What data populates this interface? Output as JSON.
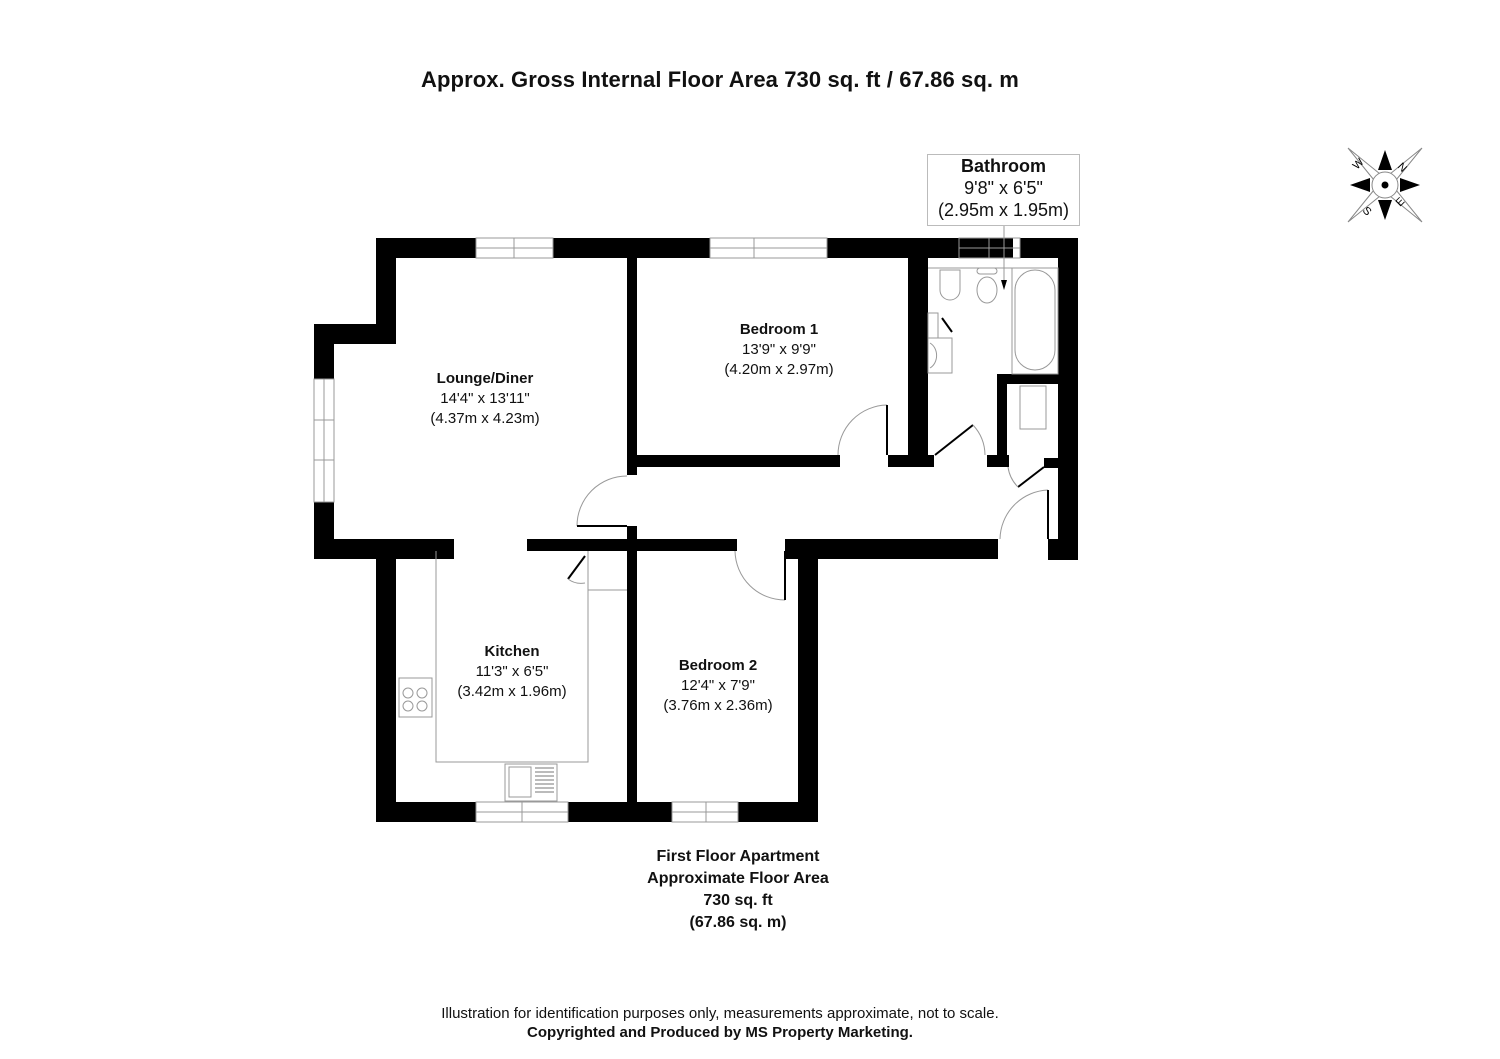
{
  "header": {
    "title": "Approx. Gross Internal Floor Area 730 sq. ft / 67.86 sq. m"
  },
  "compass": {
    "labels": [
      "N",
      "E",
      "S",
      "W"
    ]
  },
  "rooms": [
    {
      "name": "Lounge/Diner",
      "imperial": "14'4\" x 13'11\"",
      "metric": "(4.37m x 4.23m)"
    },
    {
      "name": "Bedroom 1",
      "imperial": "13'9\" x 9'9\"",
      "metric": "(4.20m x 2.97m)"
    },
    {
      "name": "Bathroom",
      "imperial": "9'8\" x 6'5\"",
      "metric": "(2.95m x 1.95m)"
    },
    {
      "name": "Kitchen",
      "imperial": "11'3\" x 6'5\"",
      "metric": "(3.42m x 1.96m)"
    },
    {
      "name": "Bedroom 2",
      "imperial": "12'4\" x 7'9\"",
      "metric": "(3.76m x 2.36m)"
    }
  ],
  "summary": {
    "line1": "First Floor Apartment",
    "line2": "Approximate Floor Area",
    "line3": "730 sq. ft",
    "line4": "(67.86 sq. m)"
  },
  "footer": {
    "disclaimer": "Illustration for identification purposes only, measurements approximate, not to scale.",
    "copyright": "Copyrighted  and Produced by MS Property Marketing."
  },
  "colors": {
    "wall": "#000000",
    "fixture": "#9a9a9a",
    "background": "#ffffff"
  }
}
